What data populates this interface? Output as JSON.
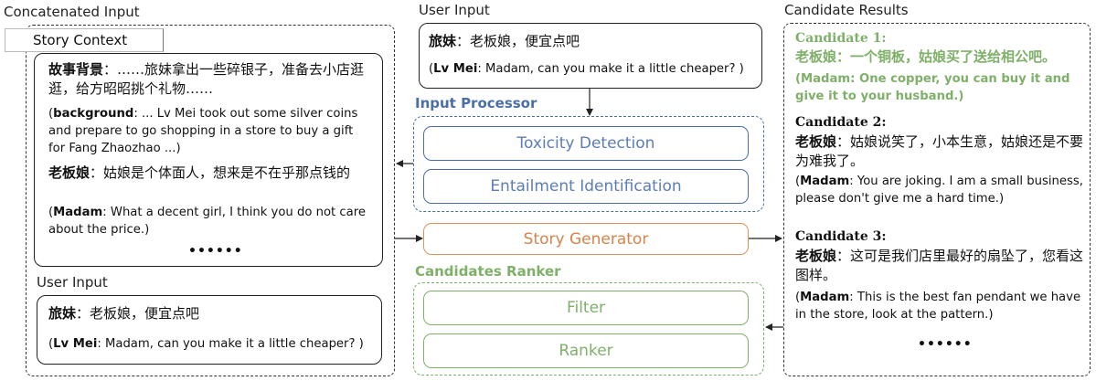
{
  "left": {
    "title": "Concatenated Input",
    "story_context": {
      "tab": "Story Context",
      "bg_zh_label": "故事背景",
      "bg_zh_text": "：……旅妹拿出一些碎银子，准备去小店逛逛，给方昭昭挑个礼物……",
      "bg_en_label": "background",
      "bg_en_text": ": ... Lv Mei took out some silver coins and prepare to go shopping in a store to buy a gift for Fang Zhaozhao ...)",
      "madam_zh_label": "老板娘",
      "madam_zh_text": "：姑娘是个体面人，想来是不在乎那点钱的",
      "madam_en_label": "Madam",
      "madam_en_text": ": What a decent girl, I think you do not care about the price.)",
      "dots": "••••••"
    },
    "user_input": {
      "title": "User Input",
      "zh_label": "旅妹",
      "zh_text": "：老板娘，便宜点吧",
      "en_label": "Lv Mei",
      "en_text": ": Madam, can you make it a little cheaper? )"
    }
  },
  "middle": {
    "user_input_title": "User Input",
    "zh_label": "旅妹",
    "zh_text": "：老板娘，便宜点吧",
    "en_label": "Lv Mei",
    "en_text": ": Madam, can you make it a little cheaper? )",
    "input_processor": {
      "label": "Input Processor",
      "toxicity": "Toxicity Detection",
      "entailment": "Entailment Identification"
    },
    "story_generator": "Story Generator",
    "ranker": {
      "label": "Candidates Ranker",
      "filter": "Filter",
      "ranker": "Ranker"
    }
  },
  "right": {
    "title": "Candidate Results",
    "c1": {
      "title": "Candidate 1:",
      "zh_label": "老板娘",
      "zh_text": "：一个铜板，姑娘买了送给相公吧。",
      "en_label": "Madam",
      "en_text": ": One copper, you can buy it and give it to your husband.)"
    },
    "c2": {
      "title": "Candidate 2:",
      "zh_label": "老板娘",
      "zh_text": "：姑娘说笑了，小本生意，姑娘还是不要为难我了。",
      "en_label": "Madam",
      "en_text": ": You are joking. I am a small business, please don't give me a hard time.)"
    },
    "c3": {
      "title": "Candidate 3:",
      "zh_label": "老板娘",
      "zh_text": "：这可是我们店里最好的扇坠了，您看这图样。",
      "en_label": "Madam",
      "en_text": ": This is the best fan pendant we have in the store, look at the pattern.)"
    },
    "dots": "••••••"
  },
  "colors": {
    "processor_blue": "#4a6ea8",
    "ranker_green": "#7fb069",
    "generator_orange": "#e0915a"
  }
}
